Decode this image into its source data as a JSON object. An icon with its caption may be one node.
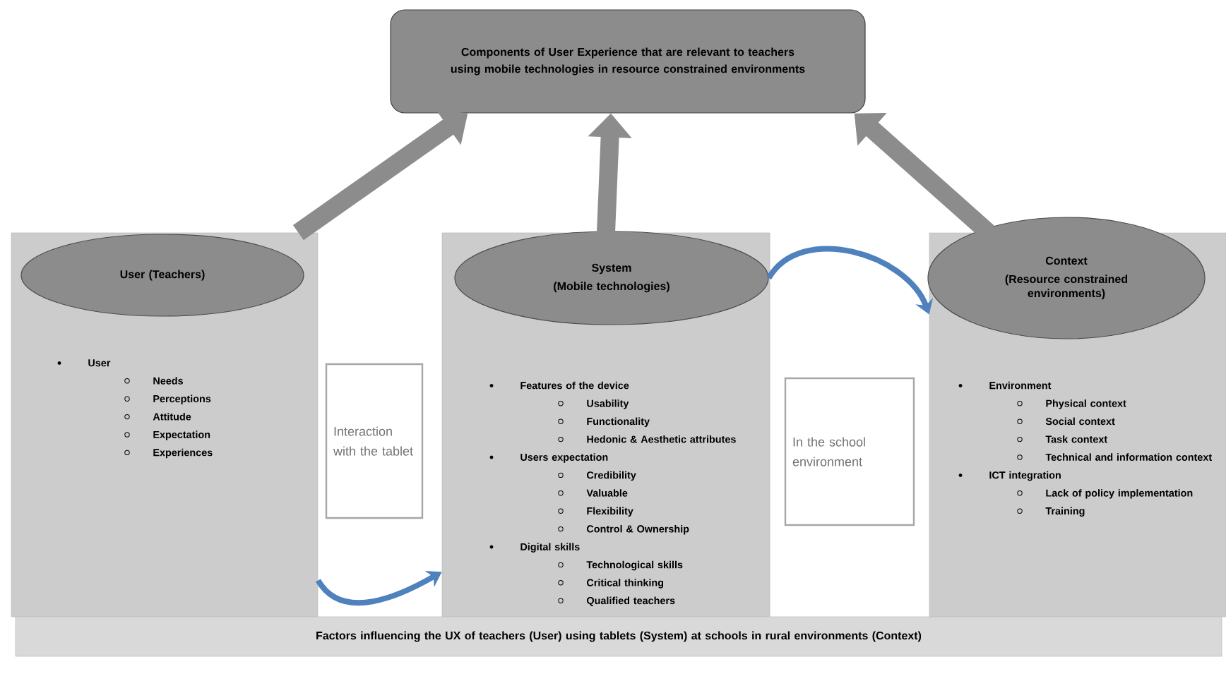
{
  "diagram": {
    "nodes": [
      {
        "text": [
          "Components of User Experience that are relevant to teachers using mobile technologies in resource constrained environments"
        ]
      },
      {
        "text": [
          "User",
          "Needs",
          "Perceptions",
          "Attitude",
          "Expectation",
          "Experiences"
        ]
      },
      {
        "text": [
          "User (Teachers)"
        ],
        "in": 1
      },
      {
        "text": [
          "Features of the device",
          "Usability",
          "Functionality",
          "Hedonic & Aesthetic attributes",
          "Users expectation",
          "Credibility",
          "Valuable",
          "Flexibility",
          "Control & Ownership",
          "Digital skills",
          "Technological skills",
          "Critical thinking",
          "Qualified teachers"
        ]
      },
      {
        "text": [
          "System",
          "(Mobile technologies)"
        ],
        "in": 3
      },
      {
        "text": [
          "Environment",
          "Physical context",
          "Social context",
          "Task context",
          "Technical and information context",
          "ICT integration",
          "Lack of policy implementation",
          "Training"
        ]
      },
      {
        "text": [
          "Context",
          "(Resource constrained environments)"
        ],
        "in": 5
      },
      {
        "text": [
          "Interaction with the tablet"
        ]
      },
      {
        "text": [
          "In the school environment"
        ]
      },
      {
        "text": [
          "Factors influencing the UX of teachers (User) using tablets (System) at schools in rural environments (Context)"
        ]
      }
    ],
    "edges": [
      {
        "from": 1,
        "to": 0,
        "arrow": "to"
      },
      {
        "from": 3,
        "to": 0,
        "arrow": "to"
      },
      {
        "from": 5,
        "to": 0,
        "arrow": "to"
      },
      {
        "from": 1,
        "to": 3,
        "arrow": "to",
        "color": "#4f81bd"
      },
      {
        "from": 4,
        "to": 5,
        "arrow": "to",
        "color": "#4f81bd"
      }
    ]
  }
}
